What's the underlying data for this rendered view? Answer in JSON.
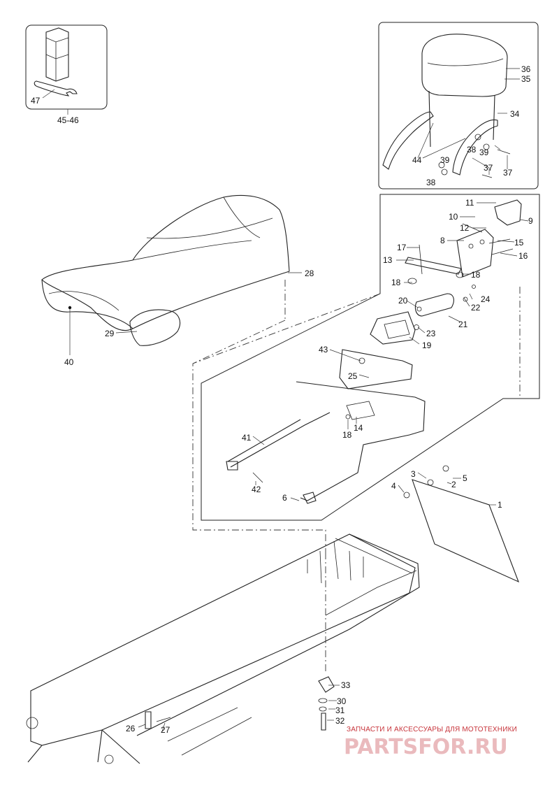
{
  "labels": {
    "l1": "1",
    "l2": "2",
    "l3": "3",
    "l4": "4",
    "l5": "5",
    "l6": "6",
    "l8": "8",
    "l9": "9",
    "l10": "10",
    "l11": "11",
    "l12": "12",
    "l13": "13",
    "l14": "14",
    "l15": "15",
    "l16": "16",
    "l17": "17",
    "l18a": "18",
    "l18b": "18",
    "l18c": "18",
    "l19": "19",
    "l20": "20",
    "l21": "21",
    "l22": "22",
    "l23": "23",
    "l24": "24",
    "l25": "25",
    "l26": "26",
    "l27": "27",
    "l28": "28",
    "l29": "29",
    "l30": "30",
    "l31": "31",
    "l32": "32",
    "l33": "33",
    "l34": "34",
    "l35": "35",
    "l36": "36",
    "l37a": "37",
    "l37b": "37",
    "l38a": "38",
    "l38b": "38",
    "l39a": "39",
    "l39b": "39",
    "l40": "40",
    "l41": "41",
    "l42": "42",
    "l43": "43",
    "l44": "44",
    "l45_46": "45-46",
    "l47": "47"
  },
  "watermark": {
    "caption": "ЗАПЧАСТИ И АКСЕССУАРЫ ДЛЯ МОТОТЕХНИКИ",
    "brand": "PARTSFOR.RU"
  }
}
